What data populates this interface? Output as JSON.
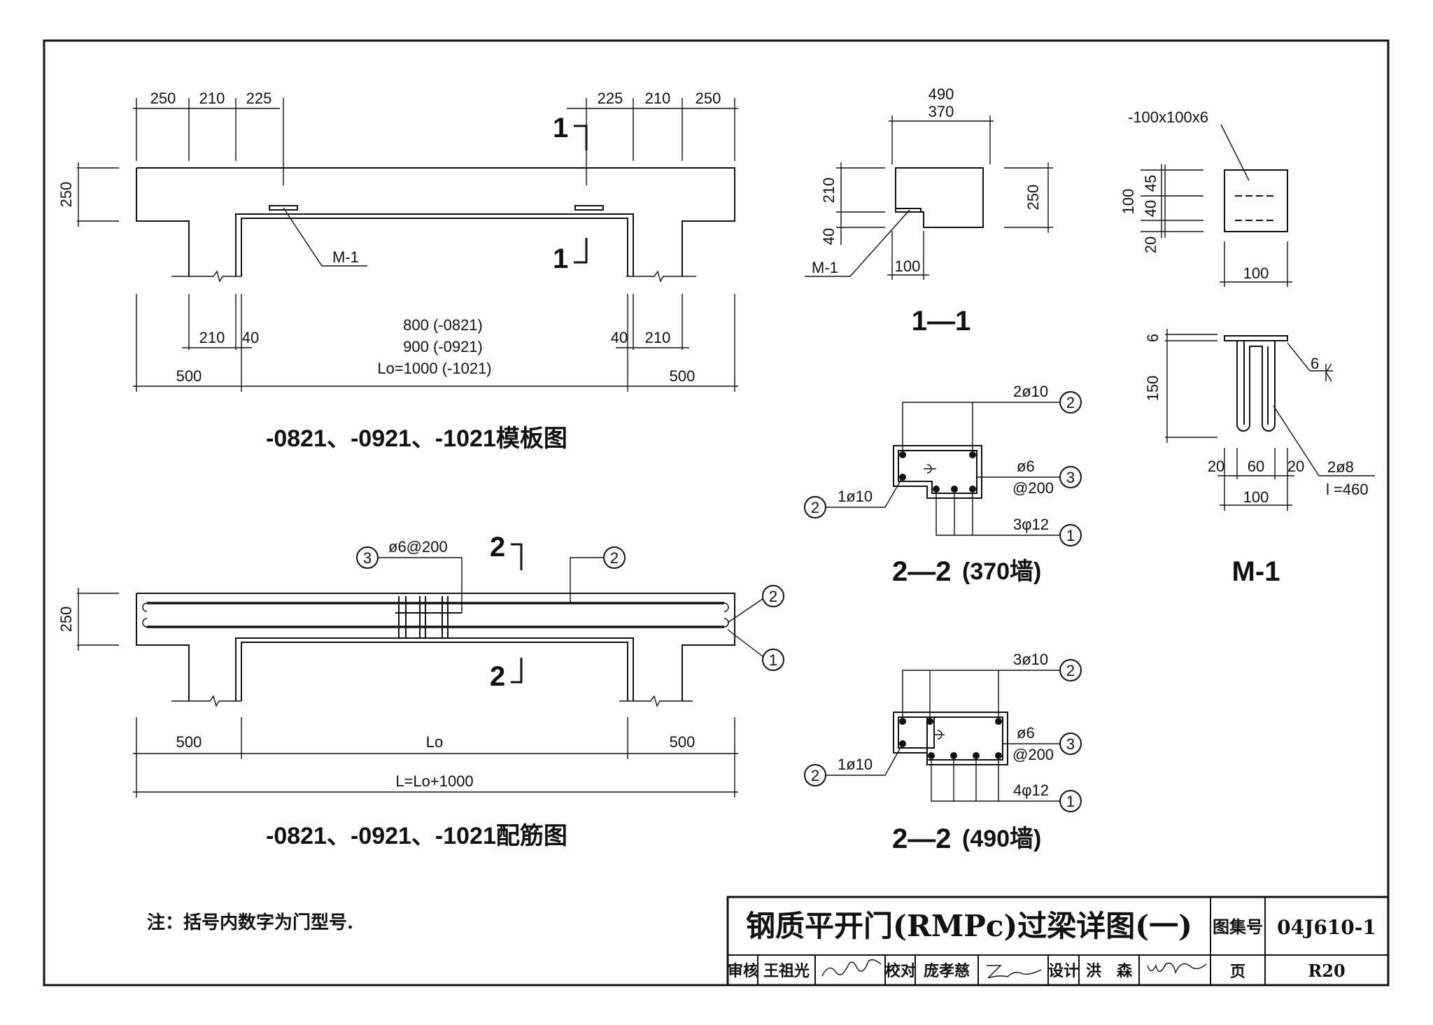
{
  "formwork": {
    "dims_top_left": [
      "250",
      "210",
      "225"
    ],
    "dims_top_right": [
      "225",
      "210",
      "250"
    ],
    "height": "250",
    "embed_label": "M-1",
    "section_mark": "1",
    "dims_bottom_left": [
      "210",
      "40",
      "500"
    ],
    "dims_bottom_right": [
      "40",
      "210",
      "500"
    ],
    "span_lines": [
      "800 (-0821)",
      "900 (-0921)",
      "Lo=1000 (-1021)"
    ],
    "title": "-0821、-0921、-1021模板图"
  },
  "rebar": {
    "stirrup_label": "ø6@200",
    "height": "250",
    "section_mark": "2",
    "dims": [
      "500",
      "Lo",
      "500"
    ],
    "total": "L=Lo+1000",
    "title": "-0821、-0921、-1021配筋图",
    "marks": [
      "1",
      "2",
      "3"
    ]
  },
  "section11": {
    "width_outer": "490",
    "width_inner": "370",
    "h1": "210",
    "h2": "40",
    "h_total": "250",
    "embed_label": "M-1",
    "plate_width": "100",
    "title": "1—1"
  },
  "section22_370": {
    "top_label": "2ø10",
    "side_label": "1ø10",
    "stirrup_line1": "ø6",
    "stirrup_line2": "@200",
    "bottom_label": "3φ12",
    "title_main": "2—2",
    "title_sub": "(370墙)"
  },
  "section22_490": {
    "top_label": "3ø10",
    "side_label": "1ø10",
    "stirrup_line1": "ø6",
    "stirrup_line2": "@200",
    "bottom_label": "4φ12",
    "title_main": "2—2",
    "title_sub": "(490墙)"
  },
  "m1": {
    "plate_label": "-100x100x6",
    "h100": "100",
    "h45": "45",
    "h40": "40",
    "h20": "20",
    "plate_w": "100",
    "t6": "6",
    "h150": "150",
    "weld": "6",
    "d20a": "20",
    "d60": "60",
    "d20b": "20",
    "d100": "100",
    "bar_label": "2ø8",
    "len_label": "l =460",
    "title": "M-1"
  },
  "note": "注：括号内数字为门型号.",
  "titleblock": {
    "drawing_title": "钢质平开门(RMPc)过梁详图(一)",
    "atlas_label": "图集号",
    "atlas_no": "04J610-1",
    "review_label": "审核",
    "reviewer": "王祖光",
    "check_label": "校对",
    "checker": "庞孝慈",
    "design_label": "设计",
    "designer": "洪　森",
    "page_label": "页",
    "page_no": "R20"
  }
}
